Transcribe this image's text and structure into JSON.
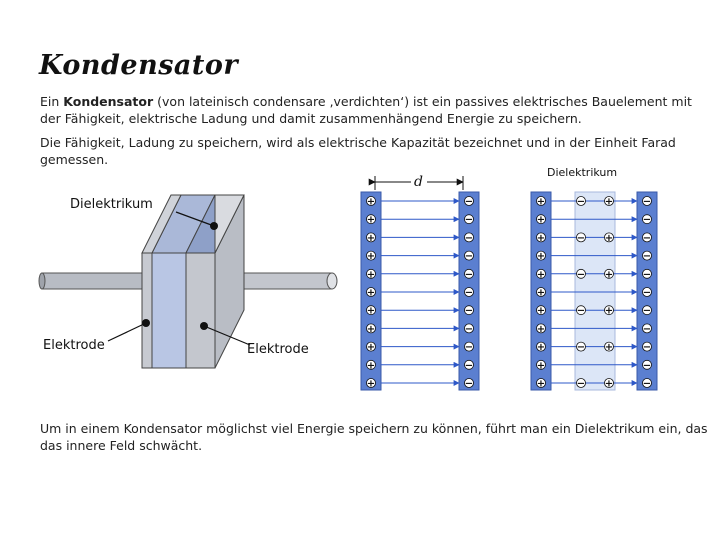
{
  "heading": "Kondensator",
  "paragraph1": {
    "lead": "Ein ",
    "bold": "Kondensator",
    "rest": " (von lateinisch condensare ‚verdichten‘) ist ein passives elektrisches Bauelement mit der Fähigkeit, elektrische Ladung und damit zusammenhängend Energie zu speichern."
  },
  "paragraph2": "Die Fähigkeit, Ladung zu speichern, wird als elektrische Kapazität bezeichnet und in der Einheit Farad gemessen.",
  "paragraph3": "Um in einem Kondensator möglichst viel Energie speichern zu können, führt man ein Dielektrikum ein, das das innere Feld schwächt.",
  "figure_left": {
    "label_dielectric": "Dielektrikum",
    "label_electrode_left": "Elektrode",
    "label_electrode_right": "Elektrode"
  },
  "figure_right": {
    "distance_label": "d",
    "dielectric_label": "Dielektrikum",
    "plus_sign": "+",
    "minus_sign": "−"
  },
  "colors": {
    "plate": "#5b7fd0",
    "plate_border": "#3a5aa8",
    "field_line": "#2e58c8",
    "dielectric": "#dce6f7",
    "body_gray": "#c9ccd3"
  }
}
